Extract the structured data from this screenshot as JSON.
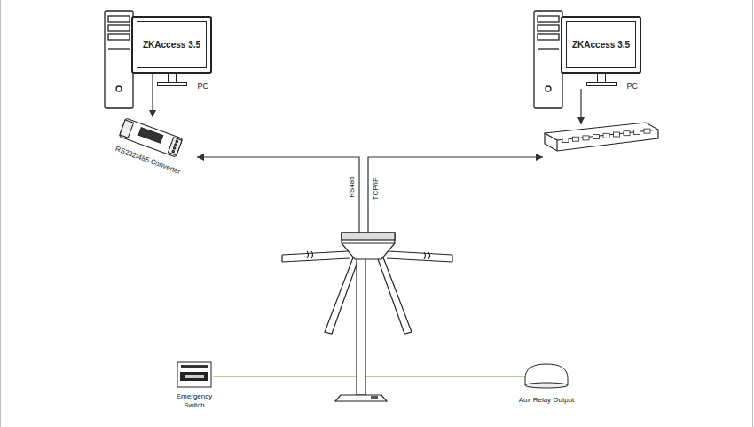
{
  "diagram": {
    "nodes": [
      {
        "text": [
          "ZKAccess 3.5",
          "PC"
        ]
      },
      {
        "text": [
          "ZKAccess 3.5",
          "PC"
        ]
      },
      {
        "text": [
          "RS232/485 Converter"
        ]
      },
      {
        "text": [
          "Emergency Switch"
        ]
      },
      {
        "text": [
          "Aux Relay Output"
        ]
      }
    ],
    "edges": [
      {
        "from": 0,
        "to": 2,
        "arrow": "to"
      }
    ],
    "labels": [
      "RS485",
      "TCP/IP"
    ]
  }
}
